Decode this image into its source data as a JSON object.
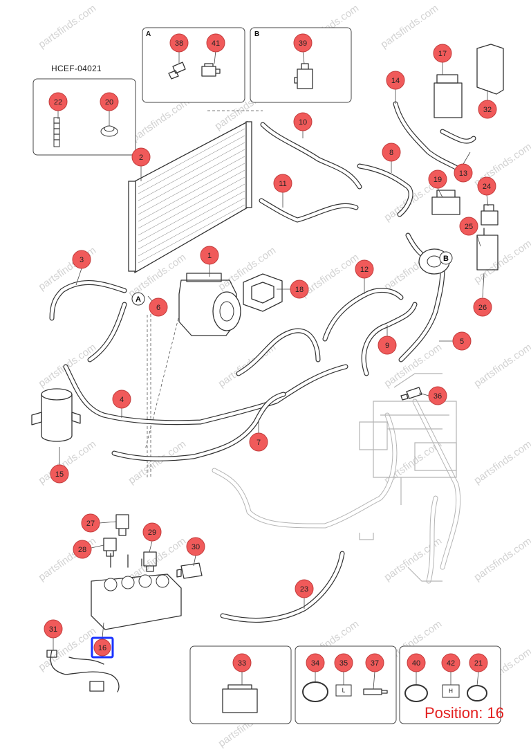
{
  "diagram_code": "HCEF-04021",
  "position_label": "Position: 16",
  "watermark_text": "partsfinds.com",
  "callout_color": "#f05a5a",
  "highlight_color": "#1a33ff",
  "highlighted_callout": "16",
  "boxes": {
    "box_a_label": "A",
    "box_b_label": "B"
  },
  "callouts": {
    "c1": "1",
    "c2": "2",
    "c3": "3",
    "c4": "4",
    "c5": "5",
    "c6": "6",
    "c7": "7",
    "c8": "8",
    "c9": "9",
    "c10": "10",
    "c11": "11",
    "c12": "12",
    "c13": "13",
    "c14": "14",
    "c15": "15",
    "c16": "16",
    "c17": "17",
    "c18": "18",
    "c19": "19",
    "c20": "20",
    "c21": "21",
    "c22": "22",
    "c23": "23",
    "c24": "24",
    "c25": "25",
    "c26": "26",
    "c27": "27",
    "c28": "28",
    "c29": "29",
    "c30": "30",
    "c31": "31",
    "c32": "32",
    "c33": "33",
    "c34": "34",
    "c35": "35",
    "c36": "36",
    "c37": "37",
    "c38": "38",
    "c39": "39",
    "c40": "40",
    "c41": "41",
    "c42": "42"
  },
  "ref_markers": {
    "a": "A",
    "b": "B"
  }
}
